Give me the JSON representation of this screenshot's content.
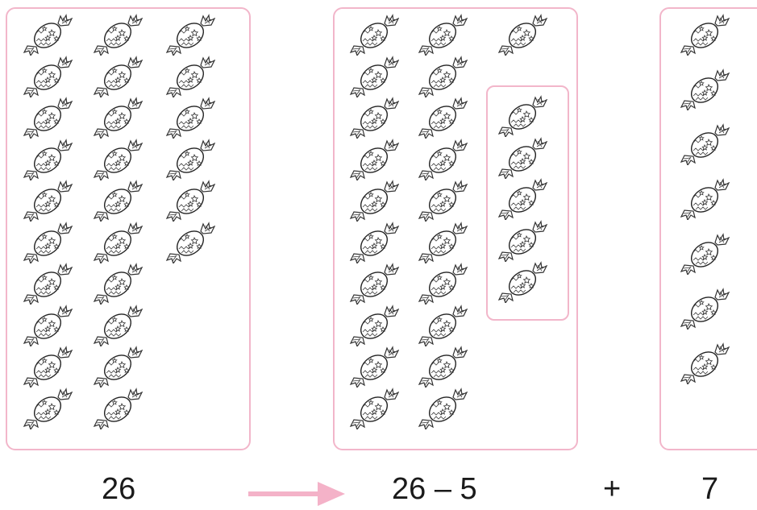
{
  "colors": {
    "panel_border": "#f2b6ca",
    "arrow": "#f4b2c8",
    "text": "#1a1a1a",
    "candy_outline": "#333333"
  },
  "groups": {
    "left": {
      "candy_count": 26,
      "columns": [
        10,
        10,
        6
      ]
    },
    "middle": {
      "candy_count": 21,
      "columns": [
        10,
        10,
        1
      ]
    },
    "removed": {
      "candy_count": 5
    },
    "right": {
      "candy_count": 7
    }
  },
  "labels": {
    "start": "26",
    "expression": "26 – 5",
    "plus": "+",
    "added": "7"
  },
  "icons": {
    "candy": "candy-icon",
    "arrow": "arrow-right-icon"
  }
}
